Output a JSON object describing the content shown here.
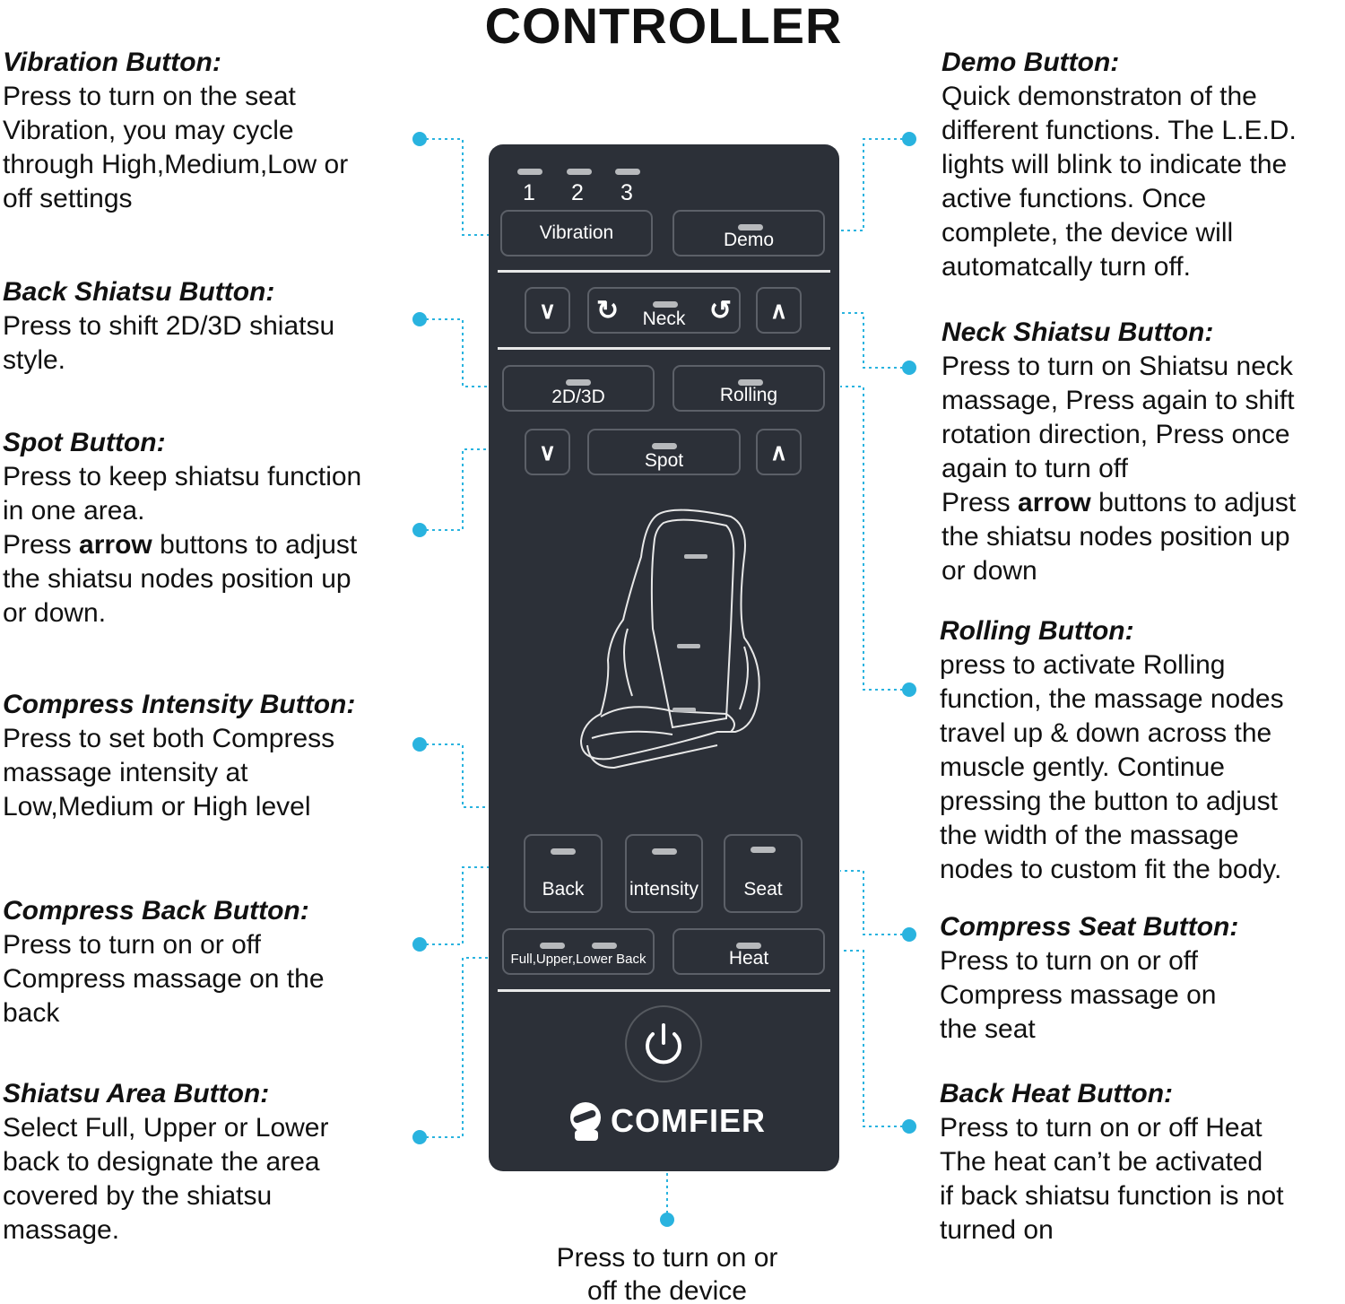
{
  "title": "CONTROLLER",
  "left_blocks": [
    {
      "heading": "Vibration Button:",
      "lines": [
        "Press to turn on the seat",
        "Vibration, you may cycle",
        "through High,Medium,Low or",
        "off settings"
      ]
    },
    {
      "heading": "Back Shiatsu Button:",
      "lines": [
        "Press to shift 2D/3D shiatsu",
        "style."
      ]
    },
    {
      "heading": "Spot Button:",
      "lines": [
        "Press to keep shiatsu function",
        "in one area."
      ],
      "arrow_line": {
        "pre": "Press ",
        "bold": "arrow",
        "post": " buttons to adjust"
      },
      "lines2": [
        "the shiatsu nodes position up",
        "or down."
      ]
    },
    {
      "heading": "Compress Intensity Button:",
      "lines": [
        "Press to set both Compress",
        "massage intensity at",
        "Low,Medium or High level"
      ]
    },
    {
      "heading": "Compress Back Button:",
      "lines": [
        "Press to turn on or off",
        "Compress  massage on the",
        "back"
      ]
    },
    {
      "heading": "Shiatsu Area Button:",
      "lines": [
        "Select Full, Upper or Lower",
        "back to designate the area",
        "covered by the shiatsu",
        "massage."
      ]
    }
  ],
  "right_blocks": [
    {
      "heading": "Demo Button:",
      "lines": [
        "Quick demonstraton of the",
        "different functions. The L.E.D.",
        "lights will blink to indicate the",
        "active functions. Once",
        "complete, the device will",
        "automatcally turn off."
      ]
    },
    {
      "heading": "Neck Shiatsu Button:",
      "lines": [
        "Press to turn on Shiatsu neck",
        "massage, Press again to shift",
        "rotation direction, Press once",
        "again to turn off"
      ],
      "arrow_line": {
        "pre": "Press ",
        "bold": "arrow",
        "post": " buttons to adjust"
      },
      "lines2": [
        "the shiatsu nodes position up",
        "or down"
      ]
    },
    {
      "heading": "Rolling Button:",
      "lines": [
        "press to activate Rolling",
        "function, the massage nodes",
        "travel up & down across the",
        "muscle gently. Continue",
        "pressing the button to adjust",
        "the width of the massage",
        "nodes to custom fit the body."
      ]
    },
    {
      "heading": "Compress Seat Button:",
      "lines": [
        "Press to turn on or off",
        "Compress massage on",
        "the seat"
      ]
    },
    {
      "heading": "Back Heat Button:",
      "lines": [
        "Press to turn on or off Heat",
        "The heat can’t be activated",
        "if back shiatsu function is not",
        "turned on"
      ]
    }
  ],
  "power_caption": [
    "Press to turn on or",
    "off the device"
  ],
  "controller": {
    "levels": [
      "1",
      "2",
      "3"
    ],
    "vibration": "Vibration",
    "demo": "Demo",
    "neck": "Neck",
    "two_d_three_d": "2D/3D",
    "rolling": "Rolling",
    "spot": "Spot",
    "back": "Back",
    "intensity": "intensity",
    "seat": "Seat",
    "area": "Full,Upper,Lower Back",
    "heat": "Heat",
    "brand": "COMFIER"
  },
  "colors": {
    "panel": "#2c3038",
    "connector": "#29b3df"
  }
}
